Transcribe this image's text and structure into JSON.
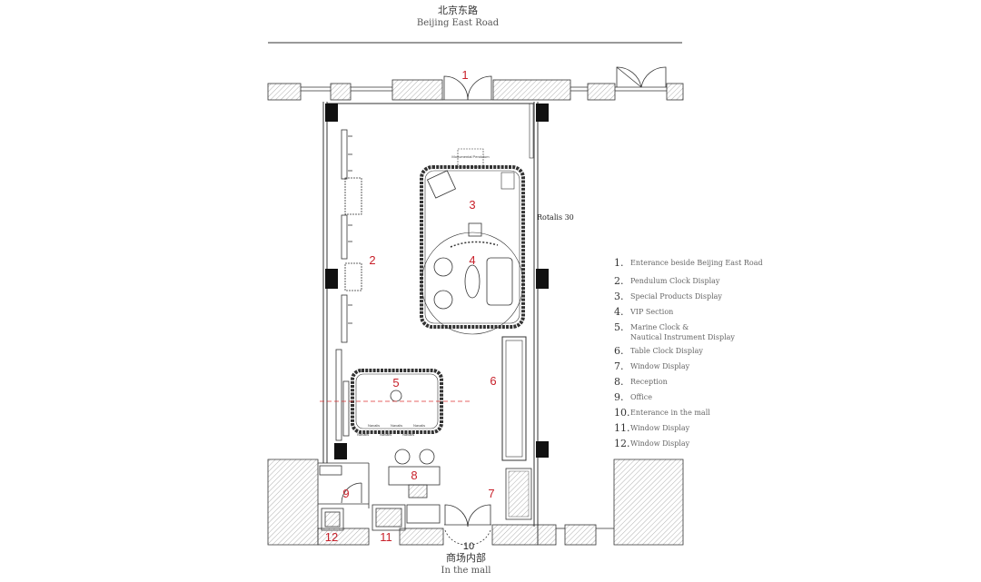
{
  "header": {
    "road_cn": "北京东路",
    "road_en": "Beijing East Road"
  },
  "footer": {
    "mall_cn": "商场内部",
    "mall_en": "In the mall"
  },
  "plan": {
    "rotalis_label": "Rotalis 30",
    "zone_numbers": [
      "1",
      "2",
      "3",
      "4",
      "5",
      "6",
      "7",
      "8",
      "9",
      "10",
      "11",
      "12"
    ],
    "small_labels": [
      "Monumental Pendulum",
      "Navalis",
      "Navalis",
      "Navalis",
      "Navalis",
      "Navalis",
      "Navalis"
    ]
  },
  "legend": {
    "items": [
      {
        "num": "1.",
        "text": "Enterance beside Beijing East Road"
      },
      {
        "num": "2.",
        "text": "Pendulum Clock Display"
      },
      {
        "num": "3.",
        "text": "Special Products Display"
      },
      {
        "num": "4.",
        "text": "VIP Section"
      },
      {
        "num": "5.",
        "text": "Marine Clock &",
        "text2": "Nautical Instrument Display"
      },
      {
        "num": "6.",
        "text": "Table Clock Display"
      },
      {
        "num": "7.",
        "text": "Window Display"
      },
      {
        "num": "8.",
        "text": "Reception"
      },
      {
        "num": "9.",
        "text": "Office"
      },
      {
        "num": "10.",
        "text": "Enterance in the mall"
      },
      {
        "num": "11.",
        "text": "Window Display"
      },
      {
        "num": "12.",
        "text": "Window Display"
      }
    ]
  },
  "colors": {
    "zone_number": "#c8202a",
    "line": "#333333",
    "hatch": "#999999"
  }
}
